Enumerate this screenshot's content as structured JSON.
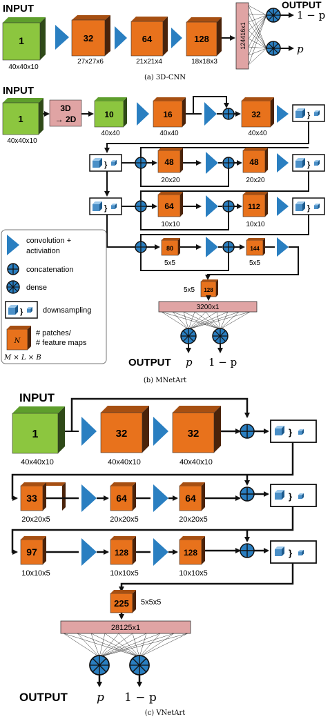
{
  "panel_a": {
    "caption": "(a) 3D-CNN",
    "input_label": "INPUT",
    "output_label": "OUTPUT",
    "out_top": "1 − p",
    "out_bottom": "p",
    "blocks": [
      {
        "value": "1",
        "dim": "40x40x10"
      },
      {
        "value": "32",
        "dim": "27x27x6"
      },
      {
        "value": "64",
        "dim": "21x21x4"
      },
      {
        "value": "128",
        "dim": "18x18x3"
      }
    ],
    "flat": "124416x1"
  },
  "panel_b": {
    "caption": "(b) MNetArt",
    "input_label": "INPUT",
    "output_label": "OUTPUT",
    "out_left": "p",
    "out_right": "1 − p",
    "input_block": {
      "value": "1",
      "dim": "40x40x10"
    },
    "conv3d2d": "3D\n→ 2D",
    "conv3d2d_top": "3D",
    "conv3d2d_bottom": "→ 2D",
    "row1": [
      {
        "value": "10",
        "dim": "40x40"
      },
      {
        "value": "16",
        "dim": "40x40"
      },
      {
        "value": "32",
        "dim": "40x40"
      }
    ],
    "row2": [
      {
        "value": "48",
        "dim": "20x20"
      },
      {
        "value": "48",
        "dim": "20x20"
      }
    ],
    "row3": [
      {
        "value": "64",
        "dim": "10x10"
      },
      {
        "value": "112",
        "dim": "10x10"
      }
    ],
    "row4": [
      {
        "value": "80",
        "dim": "5x5"
      },
      {
        "value": "144",
        "dim": "5x5"
      }
    ],
    "final_block": {
      "value": "128",
      "dim": "5x5"
    },
    "flat": "3200x1",
    "legend": {
      "conv": "convolution +",
      "conv2": "activiation",
      "concat": "concatenation",
      "dense": "dense",
      "down": "downsampling",
      "patch1": "# patches/",
      "patch2": "# feature maps",
      "symbol_n": "N",
      "symbol_dims": "M × L × B"
    }
  },
  "panel_c": {
    "caption": "(c) VNetArt",
    "input_label": "INPUT",
    "output_label": "OUTPUT",
    "out_left": "p",
    "out_right": "1 − p",
    "row1": [
      {
        "value": "1",
        "dim": "40x40x10"
      },
      {
        "value": "32",
        "dim": "40x40x10"
      },
      {
        "value": "32",
        "dim": "40x40x10"
      }
    ],
    "row2": [
      {
        "value": "33",
        "dim": "20x20x5"
      },
      {
        "value": "64",
        "dim": "20x20x5"
      },
      {
        "value": "64",
        "dim": "20x20x5"
      }
    ],
    "row3": [
      {
        "value": "97",
        "dim": "10x10x5"
      },
      {
        "value": "128",
        "dim": "10x10x5"
      },
      {
        "value": "128",
        "dim": "10x10x5"
      }
    ],
    "final_block": {
      "value": "225",
      "dim": "5x5x5"
    },
    "flat": "28125x1"
  },
  "colors": {
    "green": "#8cc63f",
    "orange": "#e8721c",
    "blue": "#2a7fc1",
    "pink": "#e0a4a4",
    "dark": "#222222"
  }
}
